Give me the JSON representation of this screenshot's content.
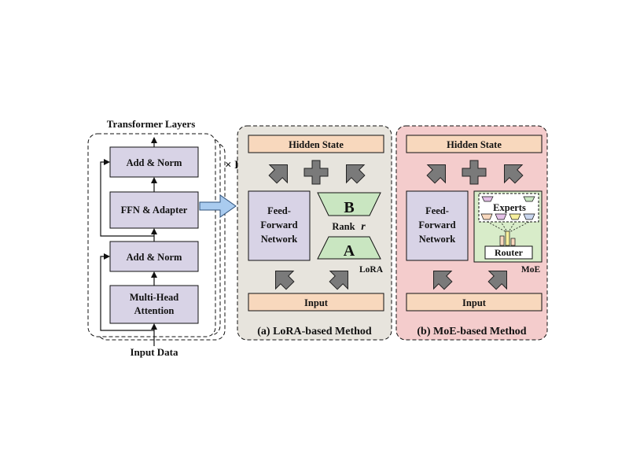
{
  "transformer": {
    "title": "Transformer Layers",
    "repeat_label": "× L",
    "input_label": "Input Data",
    "blocks": {
      "add_norm_top": "Add & Norm",
      "ffn_adapter": "FFN & Adapter",
      "add_norm_bottom": "Add & Norm",
      "mha_line1": "Multi-Head",
      "mha_line2": "Attention"
    }
  },
  "lora_panel": {
    "hidden_state": "Hidden State",
    "ffn_line1": "Feed-",
    "ffn_line2": "Forward",
    "ffn_line3": "Network",
    "matrix_b": "B",
    "rank_label": "Rank",
    "rank_symbol": "r",
    "matrix_a": "A",
    "module_label": "LoRA",
    "input": "Input",
    "caption": "(a)  LoRA-based Method"
  },
  "moe_panel": {
    "hidden_state": "Hidden State",
    "ffn_line1": "Feed-",
    "ffn_line2": "Forward",
    "ffn_line3": "Network",
    "experts_label": "Experts",
    "router_label": "Router",
    "module_label": "MoE",
    "input": "Input",
    "caption": "(b)  MoE-based Method"
  },
  "colors": {
    "block_fill": "#d8d3e6",
    "orange_fill": "#f8d8bd",
    "lora_bg": "#e7e4dd",
    "moe_bg": "#f4cccc",
    "trap_fill": "#c9e6c1",
    "moe_module_fill": "#d8ecc9",
    "arrow_fill": "#7a7a7a",
    "highlight_arrow": "#a9cbef"
  }
}
